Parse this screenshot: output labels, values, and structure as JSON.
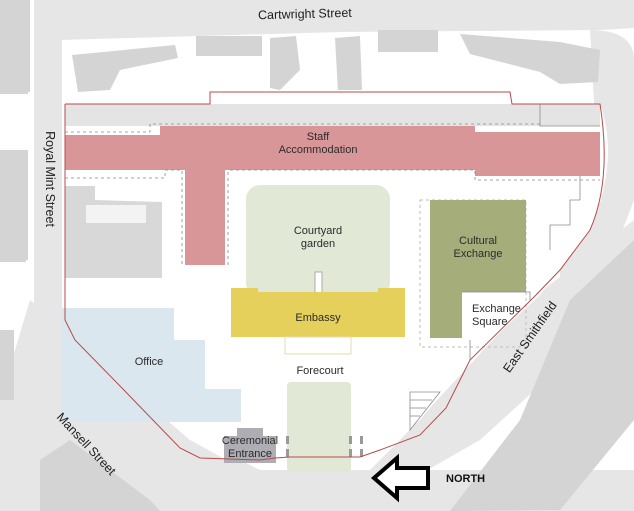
{
  "map": {
    "streets": {
      "north_top": "Cartwright Street",
      "west": "Royal Mint Street",
      "southwest": "Mansell Street",
      "southeast": "East Smithfield"
    },
    "zones": [
      {
        "id": "staff",
        "label_line1": "Staff",
        "label_line2": "Accommodation",
        "color": "#d99699"
      },
      {
        "id": "courtyard",
        "label_line1": "Courtyard",
        "label_line2": "garden",
        "color": "#e2e8d6"
      },
      {
        "id": "cultural",
        "label_line1": "Cultural",
        "label_line2": "Exchange",
        "color": "#a5ad7b"
      },
      {
        "id": "embassy",
        "label_line1": "Embassy",
        "label_line2": "",
        "color": "#e6d05c"
      },
      {
        "id": "office",
        "label_line1": "Office",
        "label_line2": "",
        "color": "#dae7ee"
      },
      {
        "id": "forecourt",
        "label_line1": "Forecourt",
        "label_line2": "",
        "color": "#e2e8d6"
      },
      {
        "id": "exchange_square",
        "label_line1": "Exchange",
        "label_line2": "Square",
        "color": "#ffffff"
      },
      {
        "id": "ceremonial",
        "label_line1": "Ceremonial",
        "label_line2": "Entrance",
        "color": "#adadb3"
      }
    ],
    "orientation": {
      "label": "NORTH",
      "arrow": "arrow-left-outline"
    },
    "colors": {
      "road": "#e3e3e3",
      "building_context": "#d4d4d4",
      "site_boundary": "#b94a4a",
      "background": "#ffffff"
    }
  }
}
